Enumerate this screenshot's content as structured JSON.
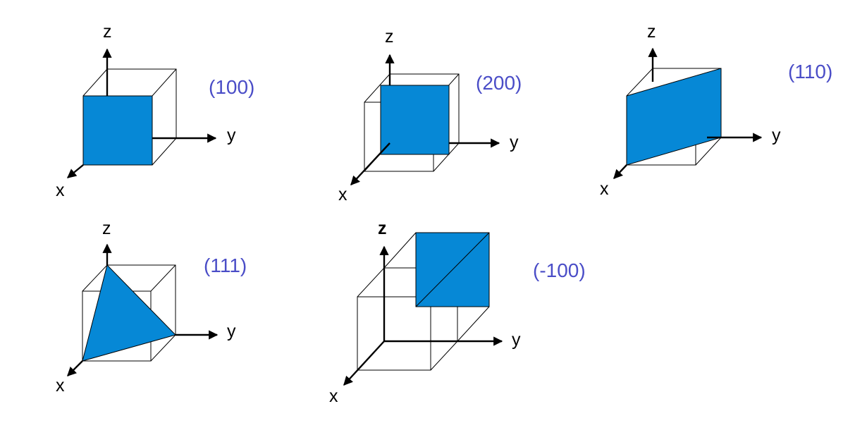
{
  "colors": {
    "plane": "#0688d6",
    "label": "#4a4dc7",
    "line": "#000000"
  },
  "panels": [
    {
      "id": "100",
      "miller": "(100)",
      "x_label": "x",
      "y_label": "y",
      "z_label": "z"
    },
    {
      "id": "200",
      "miller": "(200)",
      "x_label": "x",
      "y_label": "y",
      "z_label": "z"
    },
    {
      "id": "110",
      "miller": "(110)",
      "x_label": "x",
      "y_label": "y",
      "z_label": "z"
    },
    {
      "id": "111",
      "miller": "(111)",
      "x_label": "x",
      "y_label": "y",
      "z_label": "z"
    },
    {
      "id": "m100",
      "miller": "(-100)",
      "x_label": "x",
      "y_label": "y",
      "z_label": "z"
    }
  ]
}
